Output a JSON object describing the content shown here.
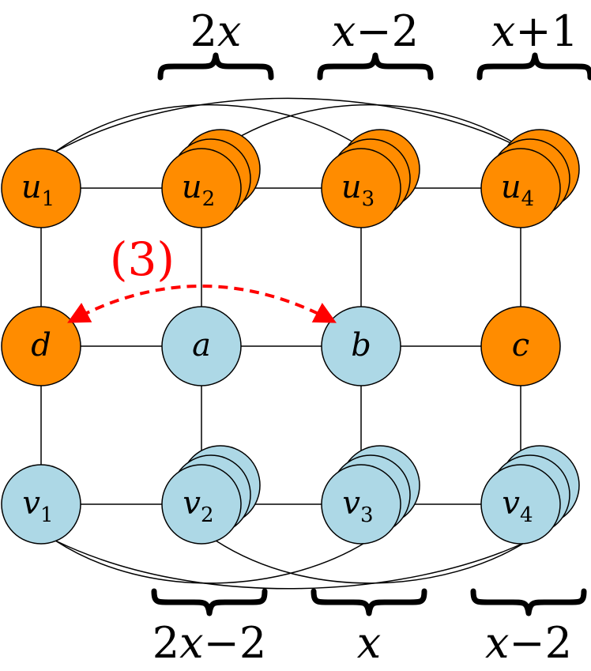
{
  "colors": {
    "orange": "#FF8C00",
    "lightblue": "#ADD8E6",
    "highlight": "#FF0000",
    "edge": "#000000"
  },
  "nodes": [
    {
      "id": "u1",
      "base": "u",
      "sub": "1",
      "color": "orange",
      "stack": 1
    },
    {
      "id": "u2",
      "base": "u",
      "sub": "2",
      "color": "orange",
      "stack": 3
    },
    {
      "id": "u3",
      "base": "u",
      "sub": "3",
      "color": "orange",
      "stack": 3
    },
    {
      "id": "u4",
      "base": "u",
      "sub": "4",
      "color": "orange",
      "stack": 3
    },
    {
      "id": "d",
      "base": "d",
      "sub": "",
      "color": "orange",
      "stack": 1
    },
    {
      "id": "a",
      "base": "a",
      "sub": "",
      "color": "lightblue",
      "stack": 1
    },
    {
      "id": "b",
      "base": "b",
      "sub": "",
      "color": "lightblue",
      "stack": 1
    },
    {
      "id": "c",
      "base": "c",
      "sub": "",
      "color": "orange",
      "stack": 1
    },
    {
      "id": "v1",
      "base": "v",
      "sub": "1",
      "color": "lightblue",
      "stack": 1
    },
    {
      "id": "v2",
      "base": "v",
      "sub": "2",
      "color": "lightblue",
      "stack": 3
    },
    {
      "id": "v3",
      "base": "v",
      "sub": "3",
      "color": "lightblue",
      "stack": 3
    },
    {
      "id": "v4",
      "base": "v",
      "sub": "4",
      "color": "lightblue",
      "stack": 3
    }
  ],
  "edges": [
    [
      "u1",
      "u2"
    ],
    [
      "u2",
      "u3"
    ],
    [
      "u3",
      "u4"
    ],
    [
      "d",
      "a"
    ],
    [
      "a",
      "b"
    ],
    [
      "b",
      "c"
    ],
    [
      "v1",
      "v2"
    ],
    [
      "v2",
      "v3"
    ],
    [
      "v3",
      "v4"
    ],
    [
      "u1",
      "d"
    ],
    [
      "d",
      "v1"
    ],
    [
      "u2",
      "a"
    ],
    [
      "a",
      "v2"
    ],
    [
      "u3",
      "b"
    ],
    [
      "b",
      "v3"
    ],
    [
      "u4",
      "c"
    ],
    [
      "c",
      "v4"
    ]
  ],
  "curved_edges": [
    {
      "from": "u1",
      "to": "u3"
    },
    {
      "from": "u1",
      "to": "u4"
    },
    {
      "from": "u2",
      "to": "u4"
    },
    {
      "from": "v1",
      "to": "v3"
    },
    {
      "from": "v1",
      "to": "v4"
    },
    {
      "from": "v2",
      "to": "v4"
    }
  ],
  "top_counts": [
    {
      "column": "u2",
      "text": "2x"
    },
    {
      "column": "u3",
      "text": "x−2"
    },
    {
      "column": "u4",
      "text": "x+1"
    }
  ],
  "bottom_counts": [
    {
      "column": "v2",
      "text": "2x−2"
    },
    {
      "column": "v3",
      "text": "x"
    },
    {
      "column": "v4",
      "text": "x−2"
    }
  ],
  "annotation": {
    "label": "(3)",
    "from": "b",
    "to": "d"
  }
}
